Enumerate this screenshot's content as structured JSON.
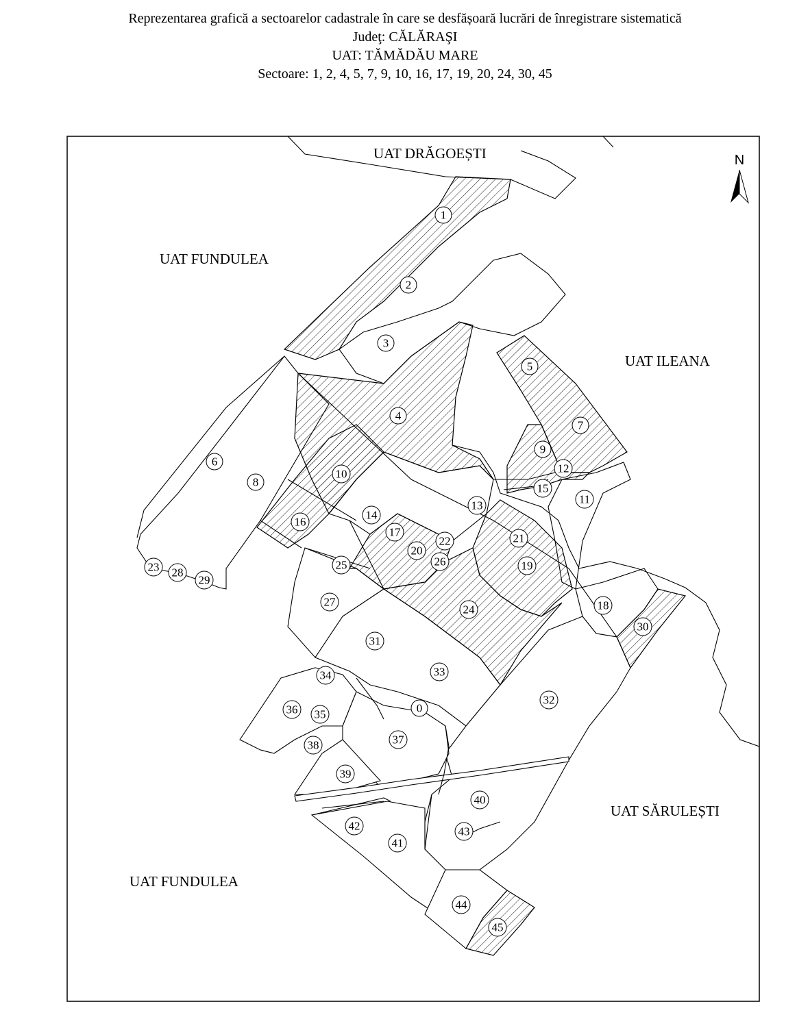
{
  "header": {
    "line1": "Reprezentarea grafică a sectoarelor cadastrale în care se desfășoară lucrări de înregistrare sistematică",
    "line2": "Judeţ: CĂLĂRAŞI",
    "line3": "UAT: TĂMĂDĂU MARE",
    "line4": "Sectoare: 1, 2, 4, 5, 7, 9, 10, 16, 17, 19, 20, 24, 30, 45"
  },
  "north_label": "N",
  "uat_labels": {
    "north": "UAT DRĂGOEȘTI",
    "northwest": "UAT FUNDULEA",
    "east": "UAT ILEANA",
    "southeast": "UAT SĂRULEȘTI",
    "southwest": "UAT FUNDULEA"
  },
  "hatched_sectors": [
    "1",
    "2",
    "4",
    "5",
    "7",
    "9",
    "10",
    "16",
    "17",
    "19",
    "20",
    "24",
    "30",
    "45"
  ],
  "sector_labels": [
    "1",
    "2",
    "3",
    "4",
    "5",
    "6",
    "7",
    "8",
    "9",
    "10",
    "11",
    "12",
    "13",
    "14",
    "15",
    "16",
    "17",
    "18",
    "19",
    "20",
    "21",
    "22",
    "23",
    "24",
    "25",
    "26",
    "27",
    "28",
    "29",
    "30",
    "31",
    "32",
    "33",
    "34",
    "35",
    "36",
    "37",
    "38",
    "39",
    "40",
    "41",
    "42",
    "43",
    "44",
    "45",
    "0"
  ],
  "colors": {
    "ink": "#000000",
    "paper": "#ffffff"
  }
}
